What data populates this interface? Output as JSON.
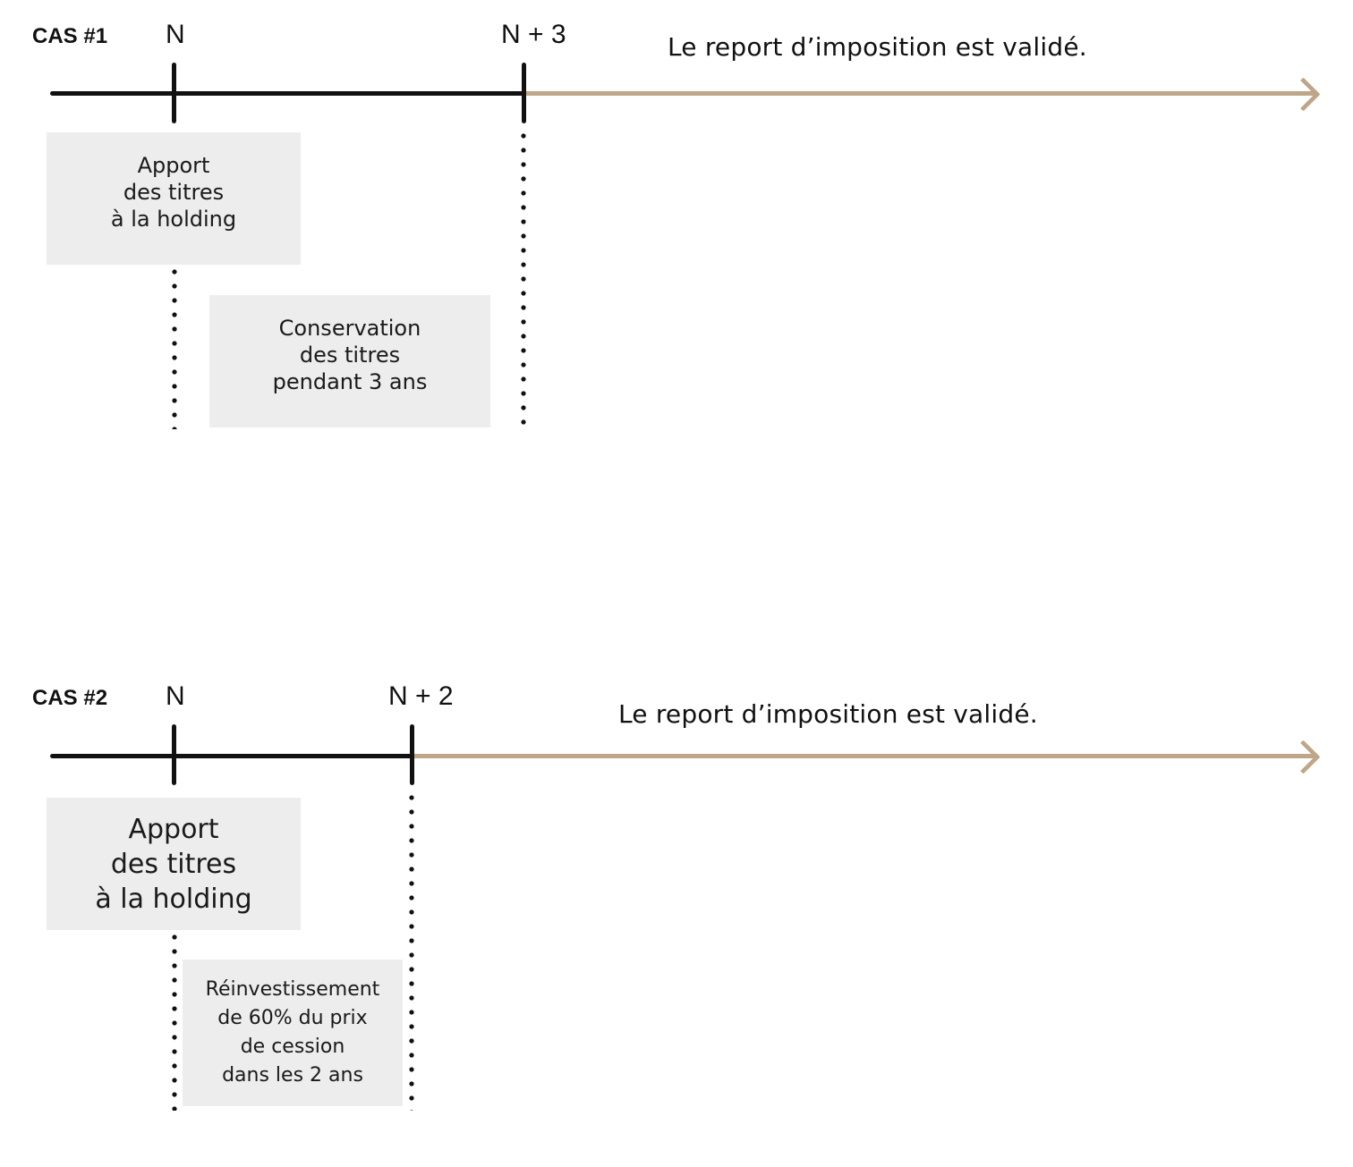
{
  "case1": {
    "label": "CAS #1",
    "ticks": [
      {
        "label": "N"
      },
      {
        "label": "N + 3"
      }
    ],
    "result_text": "Le report d’imposition est validé.",
    "boxes": [
      {
        "text": "Apport\ndes titres\nà la holding"
      },
      {
        "text": "Conservation\ndes titres\npendant 3 ans"
      }
    ]
  },
  "case2": {
    "label": "CAS #2",
    "ticks": [
      {
        "label": "N"
      },
      {
        "label": "N + 2"
      }
    ],
    "result_text": "Le report d’imposition est validé.",
    "boxes": [
      {
        "text": "Apport\ndes titres\nà la holding"
      },
      {
        "text": "Réinvestissement\nde 60% du prix\nde cession\ndans les 2 ans"
      }
    ]
  },
  "colors": {
    "timeline": "#111111",
    "validated_arrow": "#bfa688",
    "box_fill": "#ededed"
  }
}
